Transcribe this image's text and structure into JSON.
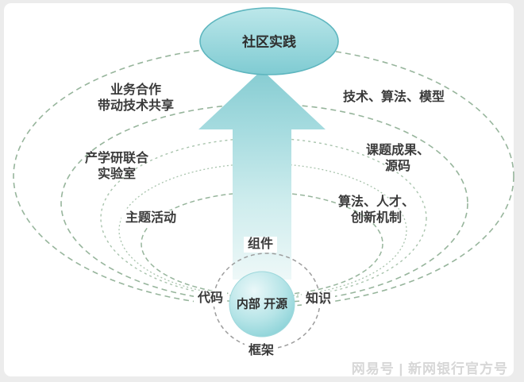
{
  "diagram": {
    "top_ellipse": {
      "label": "社区实践"
    },
    "core_circle": {
      "line1": "内部",
      "line2": "开源"
    },
    "inner_ring": {
      "top": "组件",
      "left": "代码",
      "right": "知识",
      "bottom": "框架"
    },
    "left_labels": {
      "business": {
        "line1": "业务合作",
        "line2": "带动技术共享"
      },
      "lab": {
        "line1": "产学研联合",
        "line2": "实验室"
      },
      "activities": {
        "text": "主题活动"
      }
    },
    "right_labels": {
      "tech": {
        "text": "技术、算法、模型"
      },
      "results": {
        "line1": "课题成果、",
        "line2": "源码"
      },
      "mechanism": {
        "line1": "算法、人才、",
        "line2": "创新机制"
      }
    },
    "colors": {
      "ring_green": "#97b59c",
      "ring_green_light": "#a9c4ad",
      "ring_gray": "#9c9c9c",
      "ellipse_stroke": "#5eb6bf",
      "circle_stroke": "#9ed8dc",
      "teal_light": "#bce7ea",
      "teal_dark": "#7fcbd2",
      "arrow_top": "#86ccd2",
      "arrow_bottom": "#eef8f8"
    }
  },
  "watermark": {
    "text": "网易号 | 新网银行官方号"
  }
}
